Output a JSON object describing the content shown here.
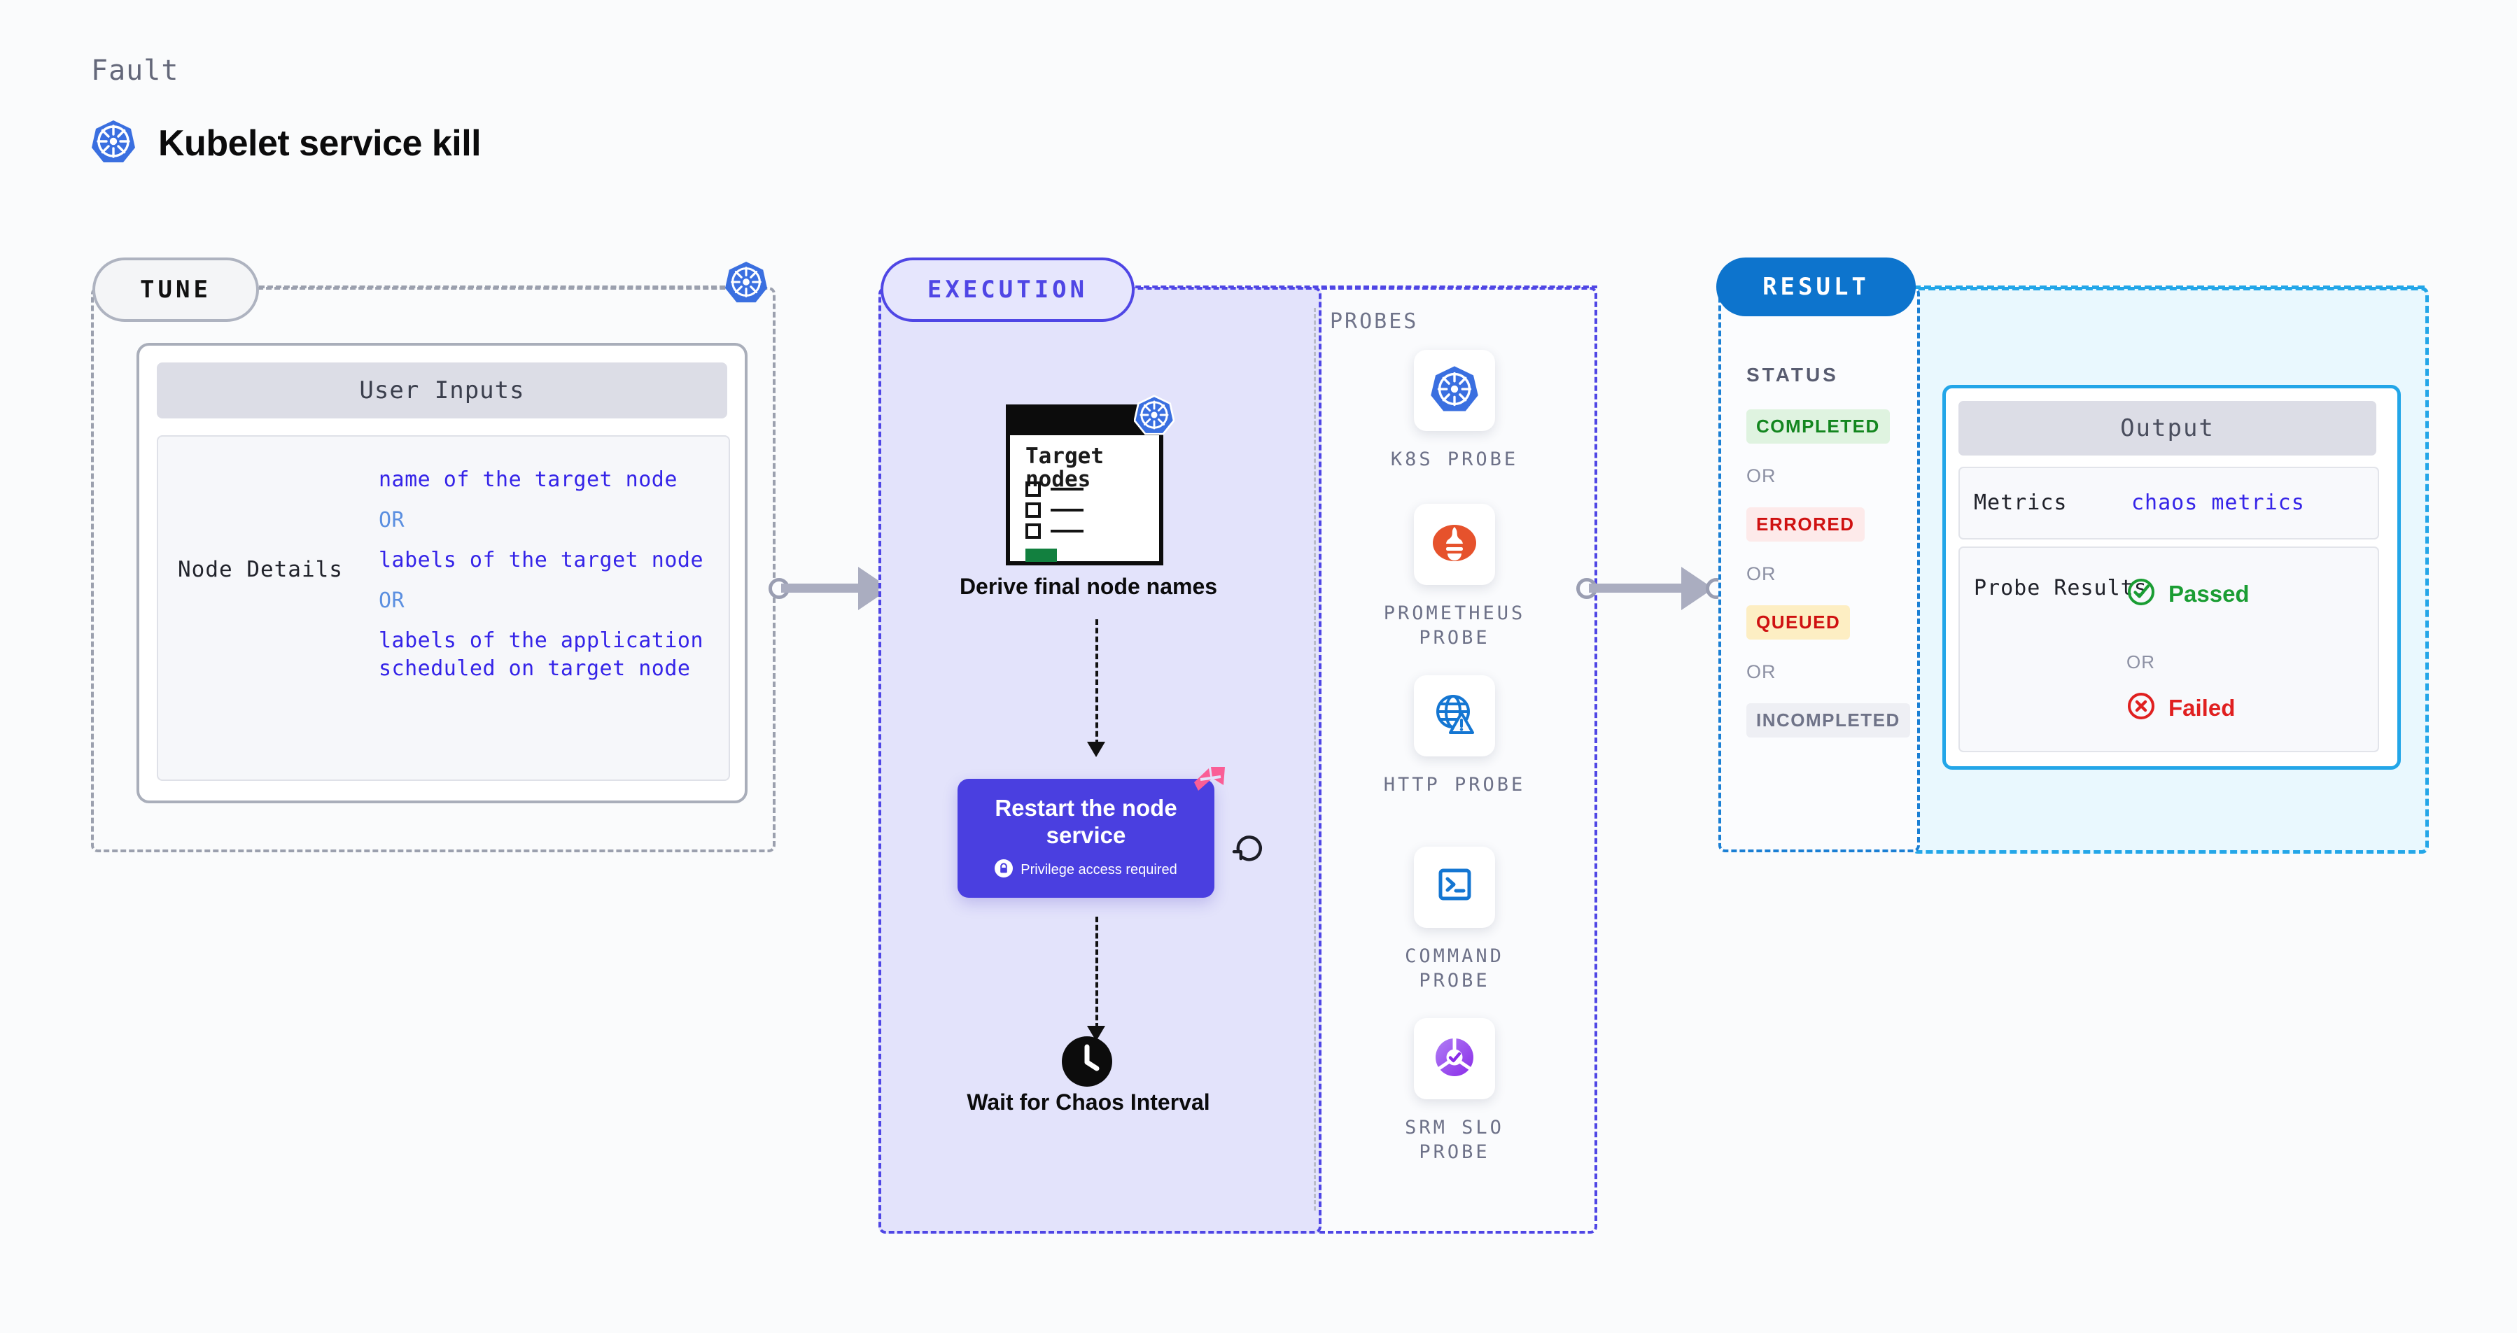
{
  "header": {
    "eyebrow": "Fault",
    "title": "Kubelet service kill",
    "icon": "kubernetes-icon"
  },
  "colors": {
    "tune_border": "#9ba0ae",
    "execution_accent": "#4f46e5",
    "execution_bg": "#e3e3fb",
    "result_accent": "#1a7fd4",
    "output_accent": "#23a6e8",
    "output_bg": "#e9f8fe",
    "restart_box": "#4a3fe0",
    "harness_pink": "#fa5e96",
    "link_blue": "#3524e8",
    "passed_green": "#1a9d33",
    "failed_red": "#e02020"
  },
  "tune": {
    "chip_label": "TUNE",
    "badge_icon": "kubernetes-icon",
    "card": {
      "header": "User Inputs",
      "row_label": "Node Details",
      "or_label": "OR",
      "values": [
        "name of the target node",
        "labels of the target node",
        "labels of the application scheduled on target node"
      ]
    }
  },
  "execution": {
    "chip_label": "EXECUTION",
    "nodes": [
      {
        "id": "derive-final-node-names",
        "caption": "Derive final node names",
        "doc_title": "Target nodes",
        "badge_icon": "kubernetes-icon",
        "checklist_rows": 3
      },
      {
        "id": "restart-the-node-service",
        "title": "Restart the node service",
        "subtitle": "Privilege access required",
        "subtitle_icon": "lock-icon",
        "corner_icon": "harness-icon",
        "side_icon": "refresh-icon"
      },
      {
        "id": "wait-for-chaos-interval",
        "caption": "Wait for Chaos Interval",
        "icon": "clock-icon"
      }
    ]
  },
  "probes": {
    "label": "PROBES",
    "items": [
      {
        "name": "K8S PROBE",
        "icon": "kubernetes-icon"
      },
      {
        "name": "PROMETHEUS PROBE",
        "icon": "prometheus-icon"
      },
      {
        "name": "HTTP PROBE",
        "icon": "http-globe-warning-icon"
      },
      {
        "name": "COMMAND PROBE",
        "icon": "terminal-icon"
      },
      {
        "name": "SRM SLO PROBE",
        "icon": "srm-slo-icon"
      }
    ]
  },
  "result": {
    "chip_label": "RESULT",
    "status_label": "STATUS",
    "or_label": "OR",
    "statuses": [
      {
        "label": "COMPLETED",
        "bg": "#dff3e0",
        "fg": "#13861f"
      },
      {
        "label": "ERRORED",
        "bg": "#fdeaea",
        "fg": "#cf1111"
      },
      {
        "label": "QUEUED",
        "bg": "#fdeec3",
        "fg": "#cf1111"
      },
      {
        "label": "INCOMPLETED",
        "bg": "#eeeff4",
        "fg": "#6f7388"
      }
    ],
    "output": {
      "header": "Output",
      "metrics_label": "Metrics",
      "metrics_value": "chaos metrics",
      "probe_results_label": "Probe Results",
      "or_label": "OR",
      "passed_label": "Passed",
      "failed_label": "Failed",
      "passed_icon": "check-circle-icon",
      "failed_icon": "x-circle-icon"
    }
  }
}
